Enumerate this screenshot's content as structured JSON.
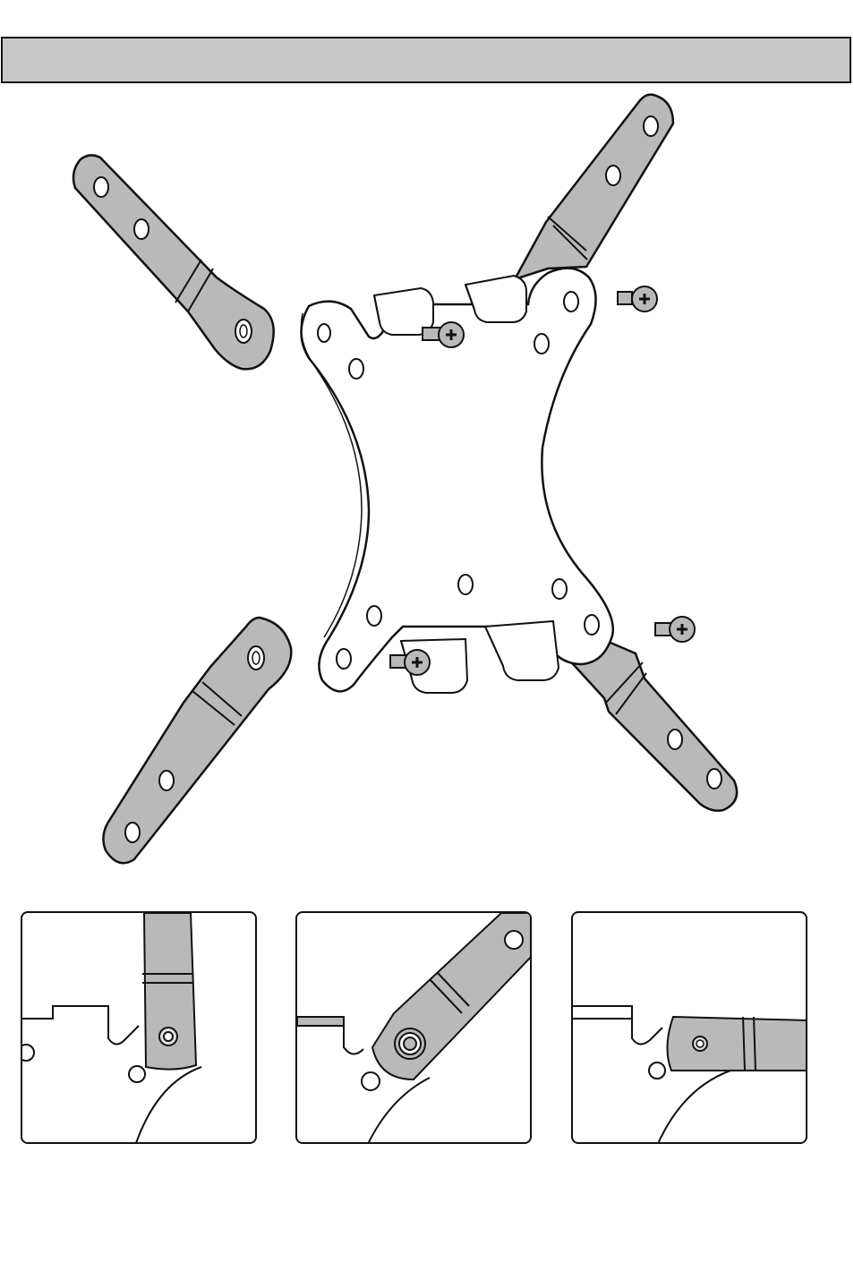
{
  "header": {
    "title": ""
  },
  "colors": {
    "arm": "#b9b9b9",
    "stroke": "#111111",
    "header_bg": "#c8c8c8",
    "plate": "#ffffff"
  },
  "figure": {
    "parts": [
      "vesa-plate",
      "adapter-arm",
      "arm-screw",
      "plate-clip"
    ],
    "arm_count": 4,
    "screw_count": 4,
    "detail_views": [
      "detail-arm-vertical",
      "detail-arm-angled-with-washer",
      "detail-arm-horizontal"
    ]
  }
}
